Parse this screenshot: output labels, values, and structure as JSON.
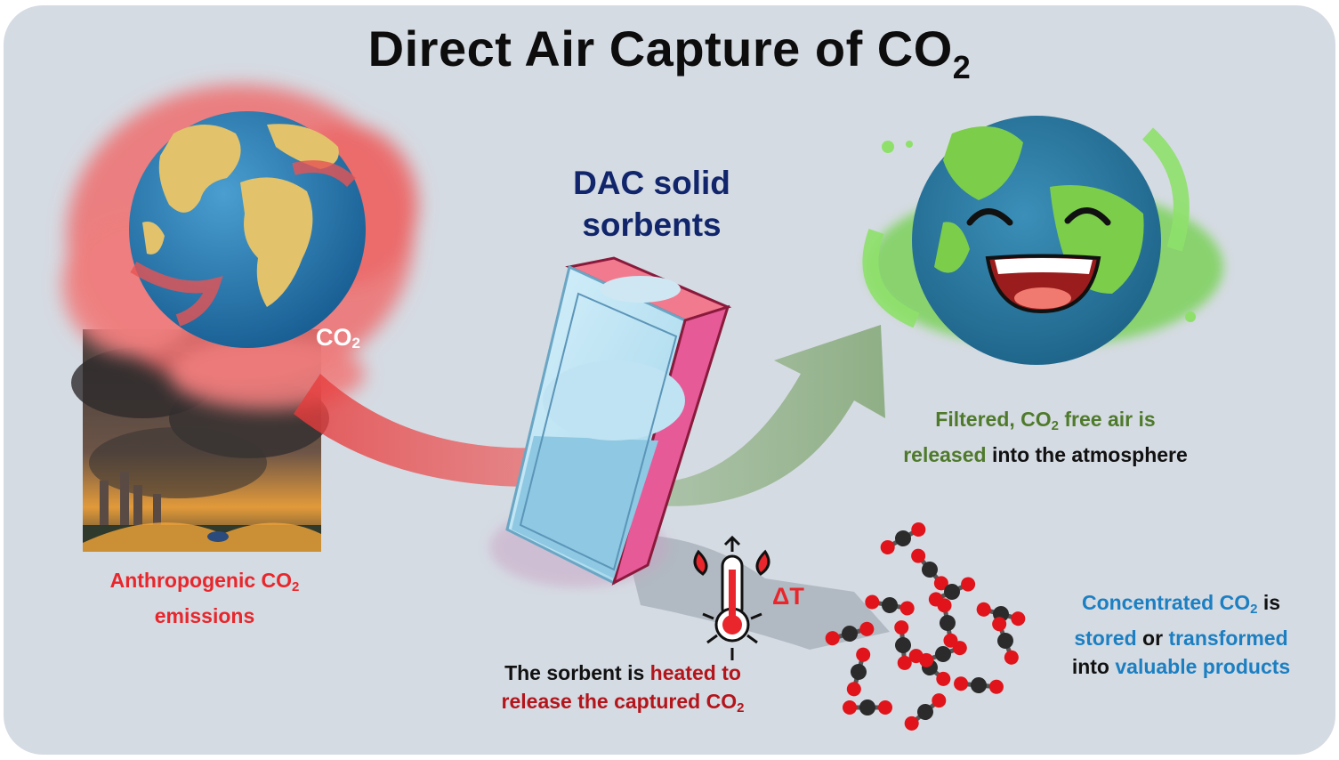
{
  "title": {
    "main": "Direct Air Capture of CO",
    "sub": "2"
  },
  "sorbent_label": {
    "line1": "DAC solid",
    "line2": "sorbents"
  },
  "earth_co2_tag": {
    "main": "CO",
    "sub": "2"
  },
  "emissions_caption": {
    "line1_main": "Anthropogenic CO",
    "line1_sub": "2",
    "line2": "emissions"
  },
  "filtered_caption": {
    "w1": "Filtered",
    "w2": ", CO",
    "w2_sub": "2",
    "w3": " free air is",
    "w4": "released",
    "w5": " into the atmosphere"
  },
  "heated_caption": {
    "w1": "The sorbent is ",
    "w2": "heated to",
    "w3": "release the captured CO",
    "w3_sub": "2"
  },
  "delta_t": "ΔT",
  "concentrated_caption": {
    "w1": "Concentrated CO",
    "w1_sub": "2",
    "w2": " is",
    "w3": "stored",
    "w4": " or ",
    "w5": "transformed",
    "w6": "into ",
    "w7": "valuable products"
  },
  "colors": {
    "panel_bg": "#d5dbe3",
    "red_text": "#e8262b",
    "green_text": "#4f7a2c",
    "blue_text": "#1b7fc2",
    "navy_text": "#10256b"
  },
  "icons": [
    "polluted-earth-icon",
    "factory-smoke-icon",
    "sorbent-cartridge-icon",
    "happy-earth-icon",
    "thermometer-icon",
    "co2-molecules-icon"
  ]
}
